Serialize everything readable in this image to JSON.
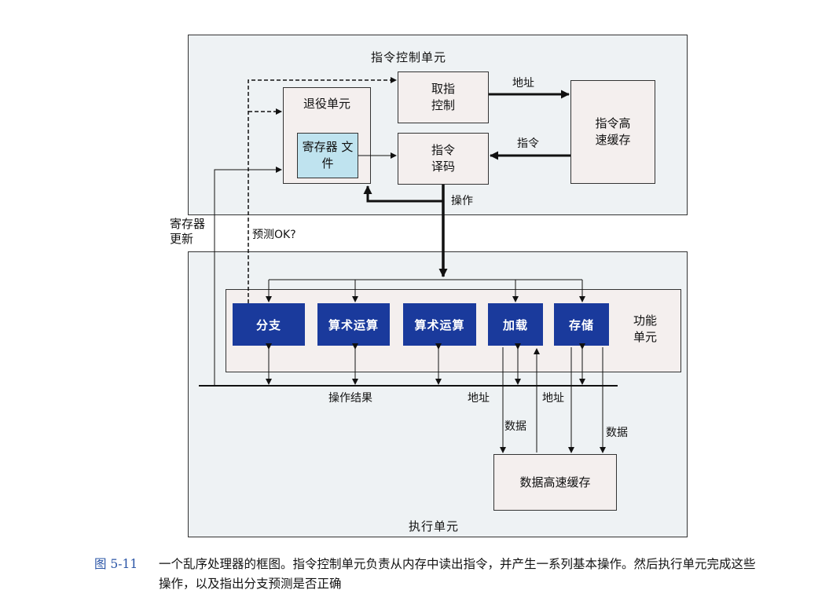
{
  "instruction_control_unit": {
    "title": "指令控制单元",
    "retirement_unit": "退役单元",
    "register_file": "寄存器\n文件",
    "fetch_control": "取指\n控制",
    "instruction_decode": "指令\n译码",
    "instruction_cache": "指令高\n速缓存",
    "label_address": "地址",
    "label_instructions": "指令",
    "label_operations": "操作"
  },
  "side_labels": {
    "register_updates": "寄存器\n更新",
    "prediction_ok": "预测OK?"
  },
  "execution_unit": {
    "title": "执行单元",
    "functional_units_label": "功能\n单元",
    "units": [
      "分支",
      "算术运算",
      "算术运算",
      "加载",
      "存储"
    ],
    "operation_results": "操作结果",
    "address_1": "地址",
    "address_2": "地址",
    "data_1": "数据",
    "data_2": "数据",
    "data_cache": "数据高速缓存"
  },
  "caption": {
    "figure_number": "图 5-11",
    "text": "一个乱序处理器的框图。指令控制单元负责从内存中读出指令，并产生一系列基本操作。然后执行单元完成这些操作，以及指出分支预测是否正确"
  },
  "colors": {
    "functional_unit_fill": "#1a3a9c",
    "register_file_fill": "#bfe3ef",
    "region_fill": "#eef2f4",
    "box_fill": "#f4efee"
  }
}
